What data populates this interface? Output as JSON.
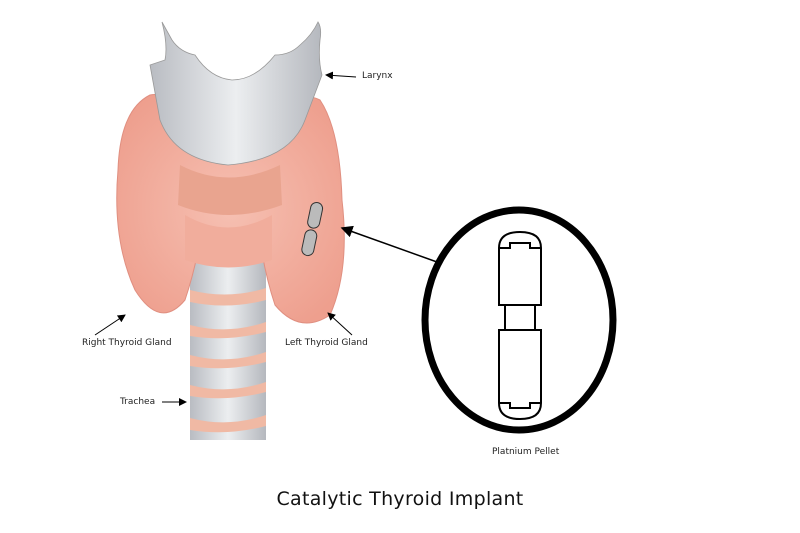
{
  "labels": {
    "larynx": "Larynx",
    "right_gland": "Right Thyroid Gland",
    "left_gland": "Left Thyroid Gland",
    "trachea": "Trachea",
    "pellet": "Platnium Pellet"
  },
  "caption": "Catalytic Thyroid Implant",
  "colors": {
    "gland": "#f2a99a",
    "cartilage": "#d6d8dc",
    "ring": "#000000"
  }
}
